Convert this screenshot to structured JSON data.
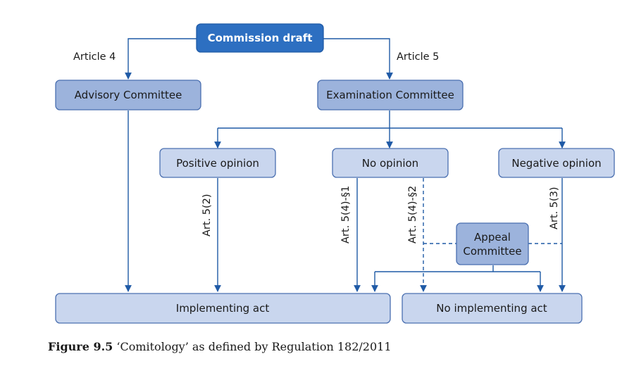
{
  "nodes": {
    "commission_draft": "Commission draft",
    "advisory_committee": "Advisory Committee",
    "examination_committee": "Examination Committee",
    "positive_opinion": "Positive opinion",
    "no_opinion": "No opinion",
    "negative_opinion": "Negative opinion",
    "appeal_committee_line1": "Appeal",
    "appeal_committee_line2": "Committee",
    "implementing_act": "Implementing act",
    "no_implementing_act": "No implementing act"
  },
  "edge_labels": {
    "article4": "Article 4",
    "article5": "Article 5",
    "art52": "Art. 5(2)",
    "art54_1": "Art. 5(4)-§1",
    "art54_2": "Art. 5(4)-§2",
    "art53": "Art. 5(3)"
  },
  "caption": {
    "figure": "Figure 9.5",
    "text": "‘Comitology’ as defined by Regulation 182/2011"
  },
  "colors": {
    "root_fill": "#2d6fc1",
    "mid_fill": "#9cb3dc",
    "light_fill": "#c9d6ee",
    "line": "#1f5aa6"
  }
}
